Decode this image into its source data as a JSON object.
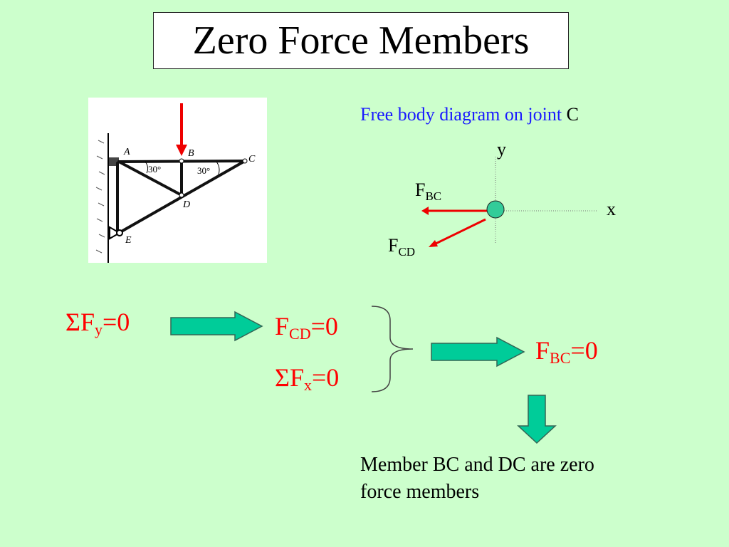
{
  "slide": {
    "title": "Zero Force Members"
  },
  "truss_figure": {
    "labels": {
      "A": "A",
      "B": "B",
      "C": "C",
      "D": "D",
      "E": "E"
    },
    "angle_left": "30°",
    "angle_right": "30°"
  },
  "fbd": {
    "caption": "Free body diagram on joint ",
    "caption_joint": "C",
    "axis_y": "y",
    "axis_x": "x",
    "force_bc": {
      "main": "F",
      "sub": "BC"
    },
    "force_cd": {
      "main": "F",
      "sub": "CD"
    }
  },
  "equations": {
    "sum_fy": {
      "main": "ΣF",
      "sub": "y",
      "rest": "=0"
    },
    "fcd_zero": {
      "main": "F",
      "sub": "CD",
      "rest": "=0"
    },
    "sum_fx": {
      "main": "ΣF",
      "sub": "x",
      "rest": "=0"
    },
    "fbc_zero": {
      "main": "F",
      "sub": "BC",
      "rest": "=0"
    }
  },
  "conclusion": "Member BC and DC are zero force members",
  "colors": {
    "background": "#ccffcc",
    "arrow_fill": "#00cc99",
    "equation_text": "#ff0000",
    "caption_text": "#1a1aff",
    "force_arrow": "#ee0000"
  }
}
